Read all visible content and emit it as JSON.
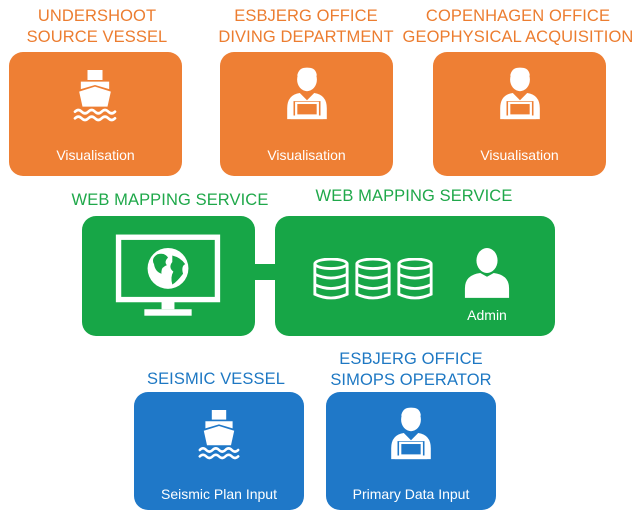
{
  "top": {
    "undershoot": {
      "heading_line1": "UNDERSHOOT",
      "heading_line2": "SOURCE VESSEL",
      "caption": "Visualisation",
      "icon": "ship-icon"
    },
    "esbjerg_diving": {
      "heading_line1": "ESBJERG OFFICE",
      "heading_line2": "DIVING DEPARTMENT",
      "caption": "Visualisation",
      "icon": "user-laptop-icon"
    },
    "copenhagen": {
      "heading_line1": "COPENHAGEN OFFICE",
      "heading_line2": "GEOPHYSICAL ACQUISITION",
      "caption": "Visualisation",
      "icon": "user-laptop-icon"
    }
  },
  "middle": {
    "left_heading": "WEB MAPPING SERVICE",
    "right_heading": "WEB MAPPING SERVICE",
    "admin_caption": "Admin",
    "icons": [
      "monitor-globe-icon",
      "database-icon",
      "admin-user-icon"
    ]
  },
  "bottom": {
    "seismic": {
      "heading": "SEISMIC VESSEL",
      "caption": "Seismic Plan Input",
      "icon": "ship-icon"
    },
    "simops": {
      "heading_line1": "ESBJERG OFFICE",
      "heading_line2": "SIMOPS OPERATOR",
      "caption": "Primary Data Input",
      "icon": "user-laptop-icon"
    }
  },
  "colors": {
    "orange": "#ee7f34",
    "green": "#17a647",
    "blue": "#1f78c8",
    "heading_orange": "#ec7d30",
    "heading_green": "#1fa84a",
    "heading_blue": "#1e78c3"
  }
}
